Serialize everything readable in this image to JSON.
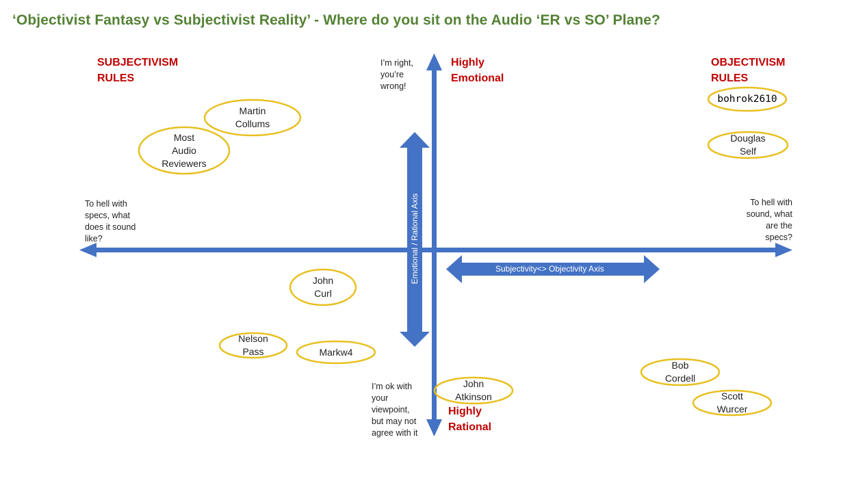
{
  "title": "‘Objectivist Fantasy vs Subjectivist Reality’  - Where do you sit on the Audio ‘ER vs SO’ Plane?",
  "colors": {
    "title": "#548235",
    "red_label": "#c00000",
    "axis": "#4472c4",
    "ellipse_stroke": "#e8c020"
  },
  "corner_labels": {
    "subjectivism": "SUBJECTIVISM\nRULES",
    "objectivism": "OBJECTIVISM\nRULES",
    "highly_emotional": "Highly\nEmotional",
    "highly_rational": "Highly\nRational"
  },
  "notes": {
    "top": "I’m right,\nyou’re\nwrong!",
    "bottom": "I’m ok with\nyour\nviewpoint,\nbut may not\nagree with it",
    "left": "To hell with\nspecs, what\ndoes it sound\nlike?",
    "right": "To hell with\nsound, what\nare the\nspecs?"
  },
  "axes": {
    "vertical_label": "Emotional / Rational  Axis",
    "horizontal_label": "Subjectivity<> Objectivity Axis"
  },
  "people": [
    {
      "id": "martin-collums",
      "label": "Martin\nCollums"
    },
    {
      "id": "most-audio-reviewers",
      "label": "Most\nAudio\nReviewers"
    },
    {
      "id": "bohrok2610",
      "label": "bohrok2610"
    },
    {
      "id": "douglas-self",
      "label": "Douglas\nSelf"
    },
    {
      "id": "john-curl",
      "label": "John\nCurl"
    },
    {
      "id": "nelson-pass",
      "label": "Nelson\nPass"
    },
    {
      "id": "markw4",
      "label": "Markw4"
    },
    {
      "id": "john-atkinson",
      "label": "John\nAtkinson"
    },
    {
      "id": "bob-cordell",
      "label": "Bob\nCordell"
    },
    {
      "id": "scott-wurcer",
      "label": "Scott\nWurcer"
    }
  ]
}
